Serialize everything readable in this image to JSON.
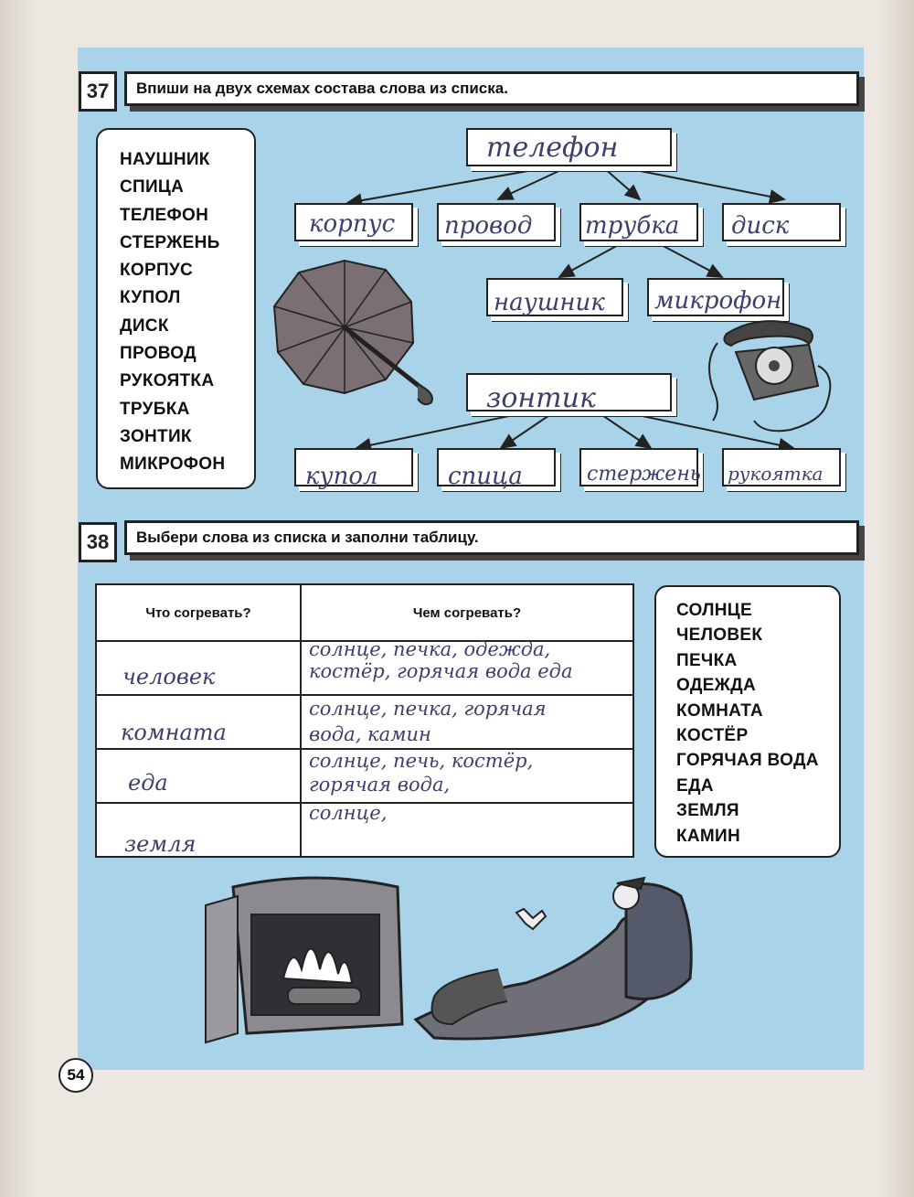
{
  "page_number": "54",
  "task37": {
    "number": "37",
    "title": "Впиши на двух схемах состава слова из списка.",
    "word_list": [
      "НАУШНИК",
      "СПИЦА",
      "ТЕЛЕФОН",
      "СТЕРЖЕНЬ",
      "КОРПУС",
      "КУПОЛ",
      "ДИСК",
      "ПРОВОД",
      "РУКОЯТКА",
      "ТРУБКА",
      "ЗОНТИК",
      "МИКРОФОН"
    ],
    "scheme1": {
      "root": "телефон",
      "children": [
        "корпус",
        "провод",
        "трубка",
        "диск"
      ],
      "grandchildren": [
        "наушник",
        "микрофон"
      ]
    },
    "scheme2": {
      "root": "зонтик",
      "children": [
        "купол",
        "спица",
        "стержень",
        "рукоятка"
      ]
    }
  },
  "task38": {
    "number": "38",
    "title": "Выбери слова из списка и заполни таблицу.",
    "col1_header": "Что согревать?",
    "col2_header": "Чем согревать?",
    "rows": [
      {
        "what": "человек",
        "with_line1": "солнце, печка, одежда,",
        "with_line2": "костёр, горячая вода еда"
      },
      {
        "what": "комната",
        "with_line1": "солнце, печка, горячая",
        "with_line2": "вода, камин"
      },
      {
        "what": "еда",
        "with_line1": "солнце, печь, костёр,",
        "with_line2": "горячая вода,"
      },
      {
        "what": "земля",
        "with_line1": "солнце,",
        "with_line2": ""
      }
    ],
    "word_list": [
      "СОЛНЦЕ",
      "ЧЕЛОВЕК",
      "ПЕЧКА",
      "ОДЕЖДА",
      "КОМНАТА",
      "КОСТЁР",
      "ГОРЯЧАЯ ВОДА",
      "ЕДА",
      "ЗЕМЛЯ",
      "КАМИН"
    ]
  }
}
